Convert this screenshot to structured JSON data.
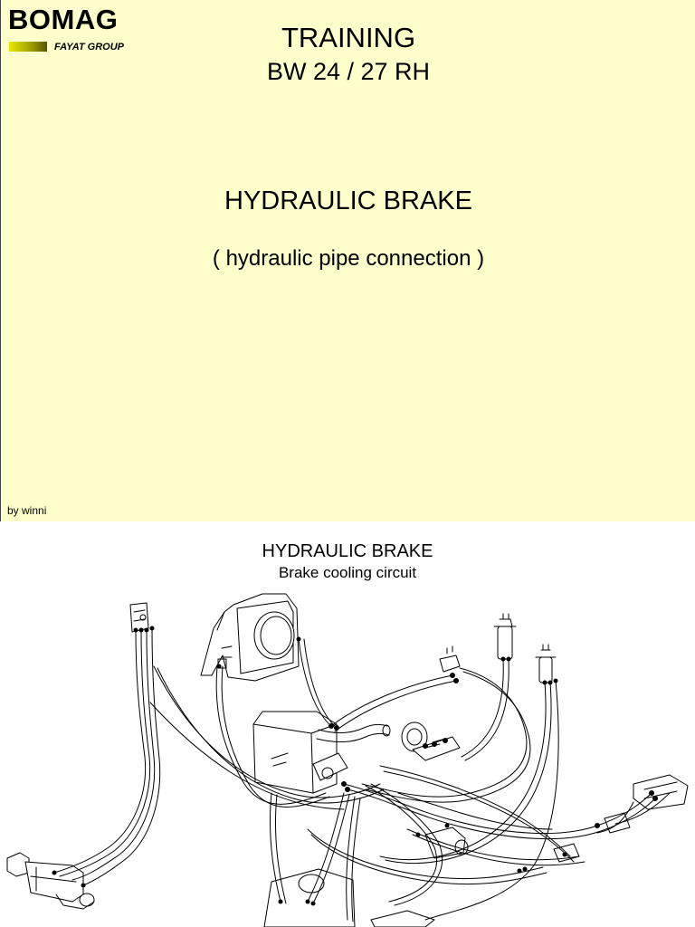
{
  "slide1": {
    "logo": {
      "brand": "BOMAG",
      "group": "FAYAT GROUP"
    },
    "title": "TRAINING",
    "model": "BW 24 / 27 RH",
    "topic": "HYDRAULIC BRAKE",
    "subtitle": "( hydraulic pipe connection )",
    "author": "by winni"
  },
  "slide2": {
    "title": "HYDRAULIC BRAKE",
    "subtitle": "Brake cooling circuit"
  },
  "colors": {
    "slide_background": "#ffffcc",
    "logo_bar_start": "#e9e900",
    "logo_bar_end": "#555500",
    "line_art": "#000000"
  }
}
